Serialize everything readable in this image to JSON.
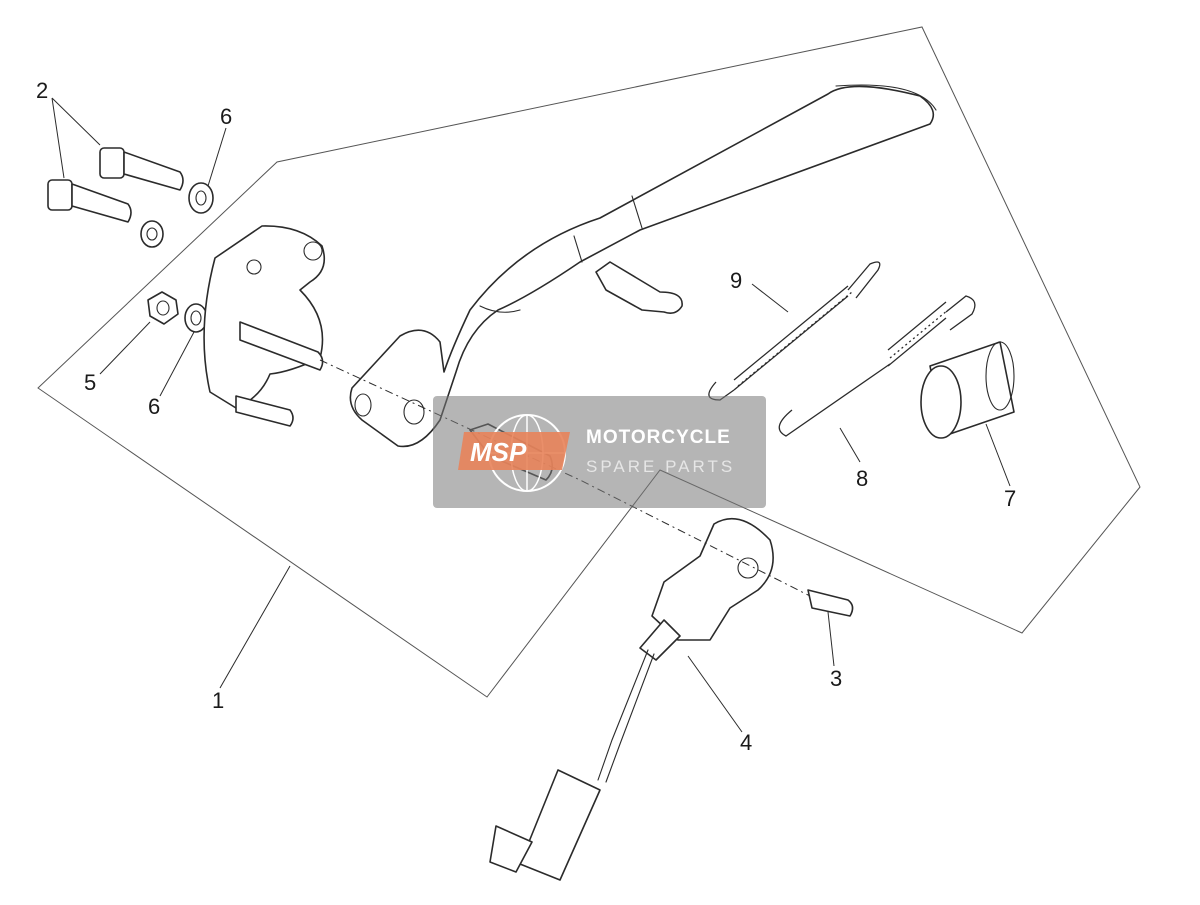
{
  "diagram": {
    "callouts": [
      "1",
      "2",
      "3",
      "4",
      "5",
      "6",
      "6",
      "7",
      "8",
      "9"
    ]
  },
  "watermark": {
    "logo_text": "MSP",
    "title": "MOTORCYCLE",
    "subtitle": "SPARE PARTS"
  }
}
